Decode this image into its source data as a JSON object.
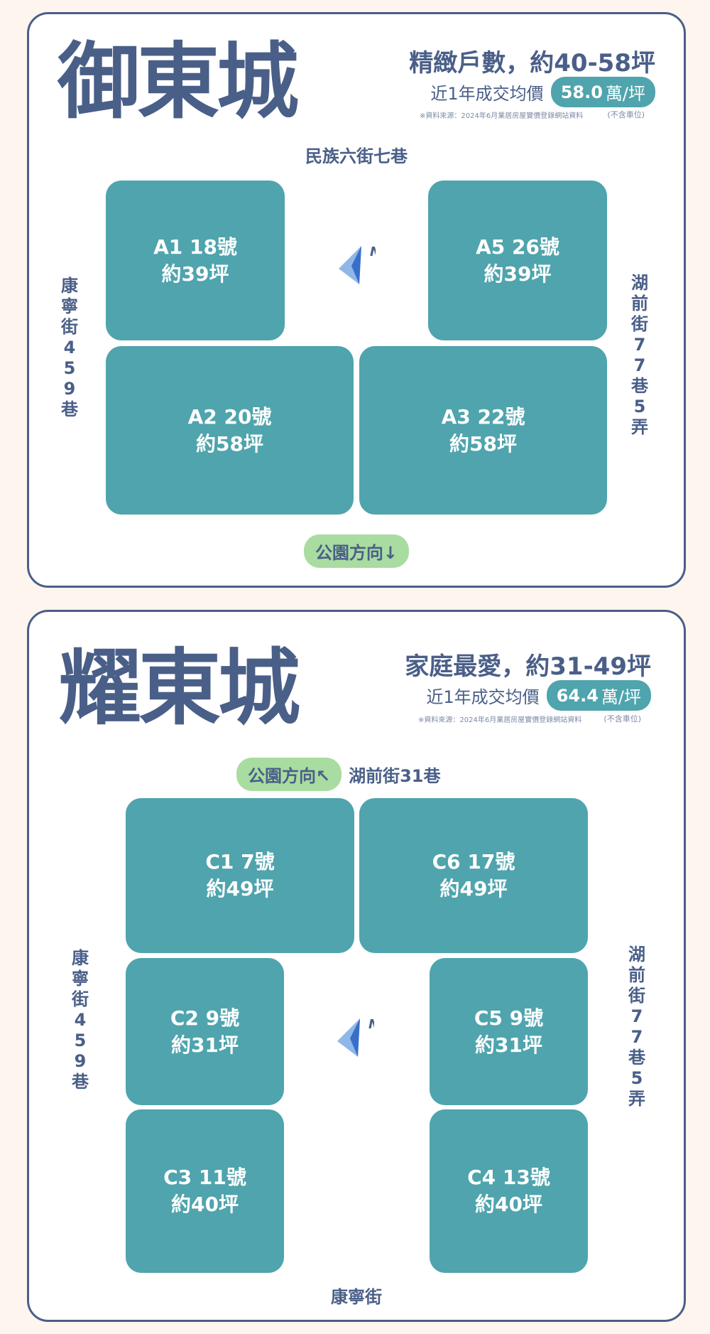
{
  "colors": {
    "navy": "#4a5f88",
    "teal": "#4fa4ad",
    "green": "#a9dca0",
    "background": "#fdf5ee"
  },
  "section1": {
    "title": "御東城",
    "headline": "精緻戶數，約40-58坪",
    "price_label": "近1年成交均價",
    "price_value": "58.0",
    "price_unit": "萬/坪",
    "source": "※資料來源：2024年6月業居房屋實價登錄網站資料",
    "note": "(不含車位)",
    "street_top": "民族六街七巷",
    "street_left": "康寧街459巷",
    "street_right": "湖前街77巷5弄",
    "compass_letter": "N",
    "park": "公園方向↓",
    "lots": [
      {
        "label": "A1 18號",
        "size": "約39坪"
      },
      {
        "label": "A5 26號",
        "size": "約39坪"
      },
      {
        "label": "A2 20號",
        "size": "約58坪"
      },
      {
        "label": "A3 22號",
        "size": "約58坪"
      }
    ]
  },
  "section2": {
    "title": "耀東城",
    "headline": "家庭最愛，約31-49坪",
    "price_label": "近1年成交均價",
    "price_value": "64.4",
    "price_unit": "萬/坪",
    "source": "※資料來源：2024年6月業居房屋實價登錄網站資料",
    "note": "(不含車位)",
    "park": "公園方向↖",
    "street_top": "湖前街31巷",
    "street_left": "康寧街459巷",
    "street_right": "湖前街77巷5弄",
    "street_bottom": "康寧街",
    "compass_letter": "N",
    "lots": [
      {
        "label": "C1 7號",
        "size": "約49坪"
      },
      {
        "label": "C6 17號",
        "size": "約49坪"
      },
      {
        "label": "C2 9號",
        "size": "約31坪"
      },
      {
        "label": "C5 9號",
        "size": "約31坪"
      },
      {
        "label": "C3 11號",
        "size": "約40坪"
      },
      {
        "label": "C4 13號",
        "size": "約40坪"
      }
    ]
  }
}
